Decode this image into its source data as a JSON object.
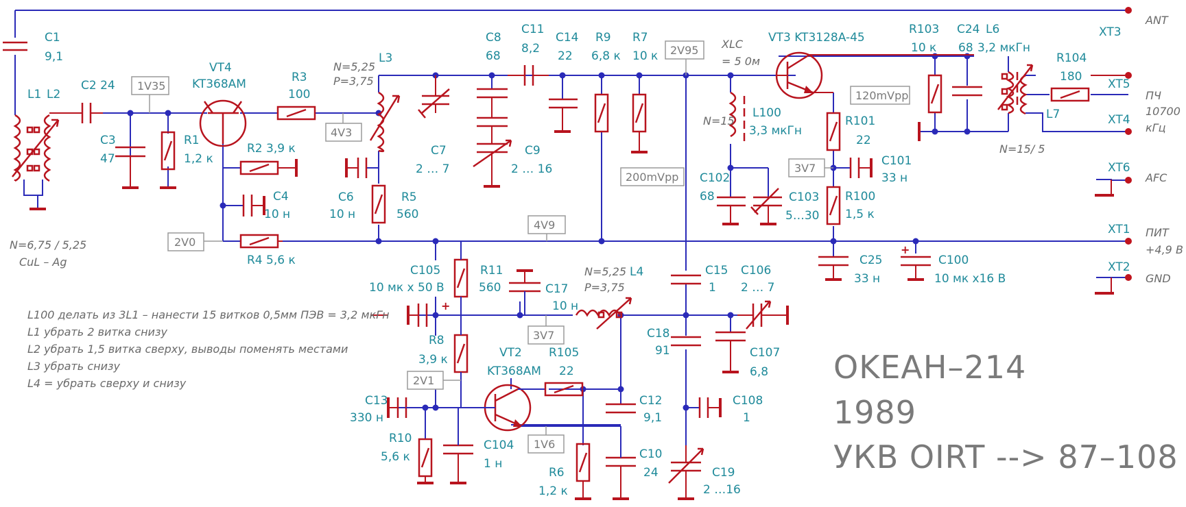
{
  "components": {
    "C1": [
      "C1",
      "9,1"
    ],
    "L1": [
      "L1"
    ],
    "L2": [
      "L2"
    ],
    "L1L2_note": [
      "N=6,75 / 5,25",
      "CuL – Ag"
    ],
    "C2": [
      "C2 24"
    ],
    "C3": [
      "C3",
      "47"
    ],
    "R1": [
      "R1",
      "1,2  к"
    ],
    "VT4": [
      "VT4",
      "KT368AM"
    ],
    "R2": [
      "R2  3,9 к"
    ],
    "C4": [
      "C4",
      "10 н"
    ],
    "R4": [
      "R4  5,6 к"
    ],
    "R3": [
      "R3",
      "100"
    ],
    "L3": [
      "L3"
    ],
    "L3_note": [
      "N=5,25",
      "P=3,75"
    ],
    "C6": [
      "C6",
      "10 н"
    ],
    "R5": [
      "R5",
      "560"
    ],
    "C7": [
      "C7",
      "2  …  7"
    ],
    "C8": [
      "C8",
      "68"
    ],
    "C9": [
      "C9",
      "2  …  16"
    ],
    "C11": [
      "C11",
      "8,2"
    ],
    "C14": [
      "C14",
      "22"
    ],
    "R9": [
      "R9",
      "6,8 к"
    ],
    "R7": [
      "R7",
      "10 к"
    ],
    "XLC": [
      "XLC",
      "= 5 0м"
    ],
    "VT3": [
      "VT3  KT3128A-45"
    ],
    "L100": [
      "L100",
      "3,3 мкГн"
    ],
    "L100_note": [
      "N=15"
    ],
    "C102": [
      "C102",
      "68"
    ],
    "C103": [
      "C103",
      "5…30"
    ],
    "R101": [
      "R101",
      "22"
    ],
    "C101": [
      "C101",
      "33 н"
    ],
    "R100": [
      "R100",
      "1,5 к"
    ],
    "R103": [
      "R103",
      "10 к"
    ],
    "C24": [
      "C24",
      "68"
    ],
    "L6": [
      "L6",
      "3,2 мкГн"
    ],
    "L7": [
      "L7"
    ],
    "L6L7_note": [
      "N=15/ 5"
    ],
    "R104": [
      "R104",
      "180"
    ],
    "C25": [
      "C25",
      "33 н"
    ],
    "C100": [
      "C100",
      "10 мк х16 В"
    ],
    "C105": [
      "C105",
      "10 мк х  50 В"
    ],
    "R11": [
      "R11",
      "560"
    ],
    "C17": [
      "C17",
      "10 н"
    ],
    "L4": [
      "L4"
    ],
    "L4_note": [
      "N=5,25",
      "P=3,75"
    ],
    "C15": [
      "C15",
      "1"
    ],
    "C106": [
      "C106",
      "2  …  7"
    ],
    "C18": [
      "C18",
      "91"
    ],
    "C107": [
      "C107",
      "6,8"
    ],
    "C108": [
      "C108",
      "1"
    ],
    "C19": [
      "C19",
      "2  …16"
    ],
    "R8": [
      "R8",
      "3,9 к"
    ],
    "VT2": [
      "VT2",
      "KT368AM"
    ],
    "R105": [
      "R105",
      "22"
    ],
    "C12": [
      "C12",
      "9,1"
    ],
    "C13": [
      "C13",
      "330 н"
    ],
    "R10": [
      "R10",
      "5,6 к"
    ],
    "C104": [
      "C104",
      "1 н"
    ],
    "R6": [
      "R6",
      "1,2 к"
    ],
    "C10": [
      "C10",
      "24"
    ]
  },
  "voltage_tags": [
    "1V35",
    "4V3",
    "2V95",
    "120mVpp",
    "3V7",
    "200mVpp",
    "2V0",
    "4V9",
    "3V7",
    "2V1",
    "1V6"
  ],
  "connectors": [
    "XT3",
    "XT5",
    "XT4",
    "XT6",
    "XT1",
    "XT2"
  ],
  "connector_labels": [
    "ANT",
    "ПЧ",
    "10700",
    "кГц",
    "AFC",
    "ПИТ",
    "+4,9 В",
    "GND"
  ],
  "notes": [
    "L100 делать из 3L1 – нанести 15 витков 0,5мм ПЭВ = 3,2 мкГн",
    "L1 убрать 2 витка снизу",
    "L2 убрать 1,5 витка сверху, выводы поменять местами",
    "L3 убрать снизу",
    "L4 = убрать сверху и снизу"
  ],
  "title": [
    "OKEAH–214",
    "1989",
    "УКВ OIRT --> 87–108"
  ],
  "colors": {
    "wire": "#2a2ab8",
    "component": "#b8141e",
    "label": "#1f8a9a",
    "note": "#6a6a6a",
    "tag_border": "#9a9a9a"
  }
}
